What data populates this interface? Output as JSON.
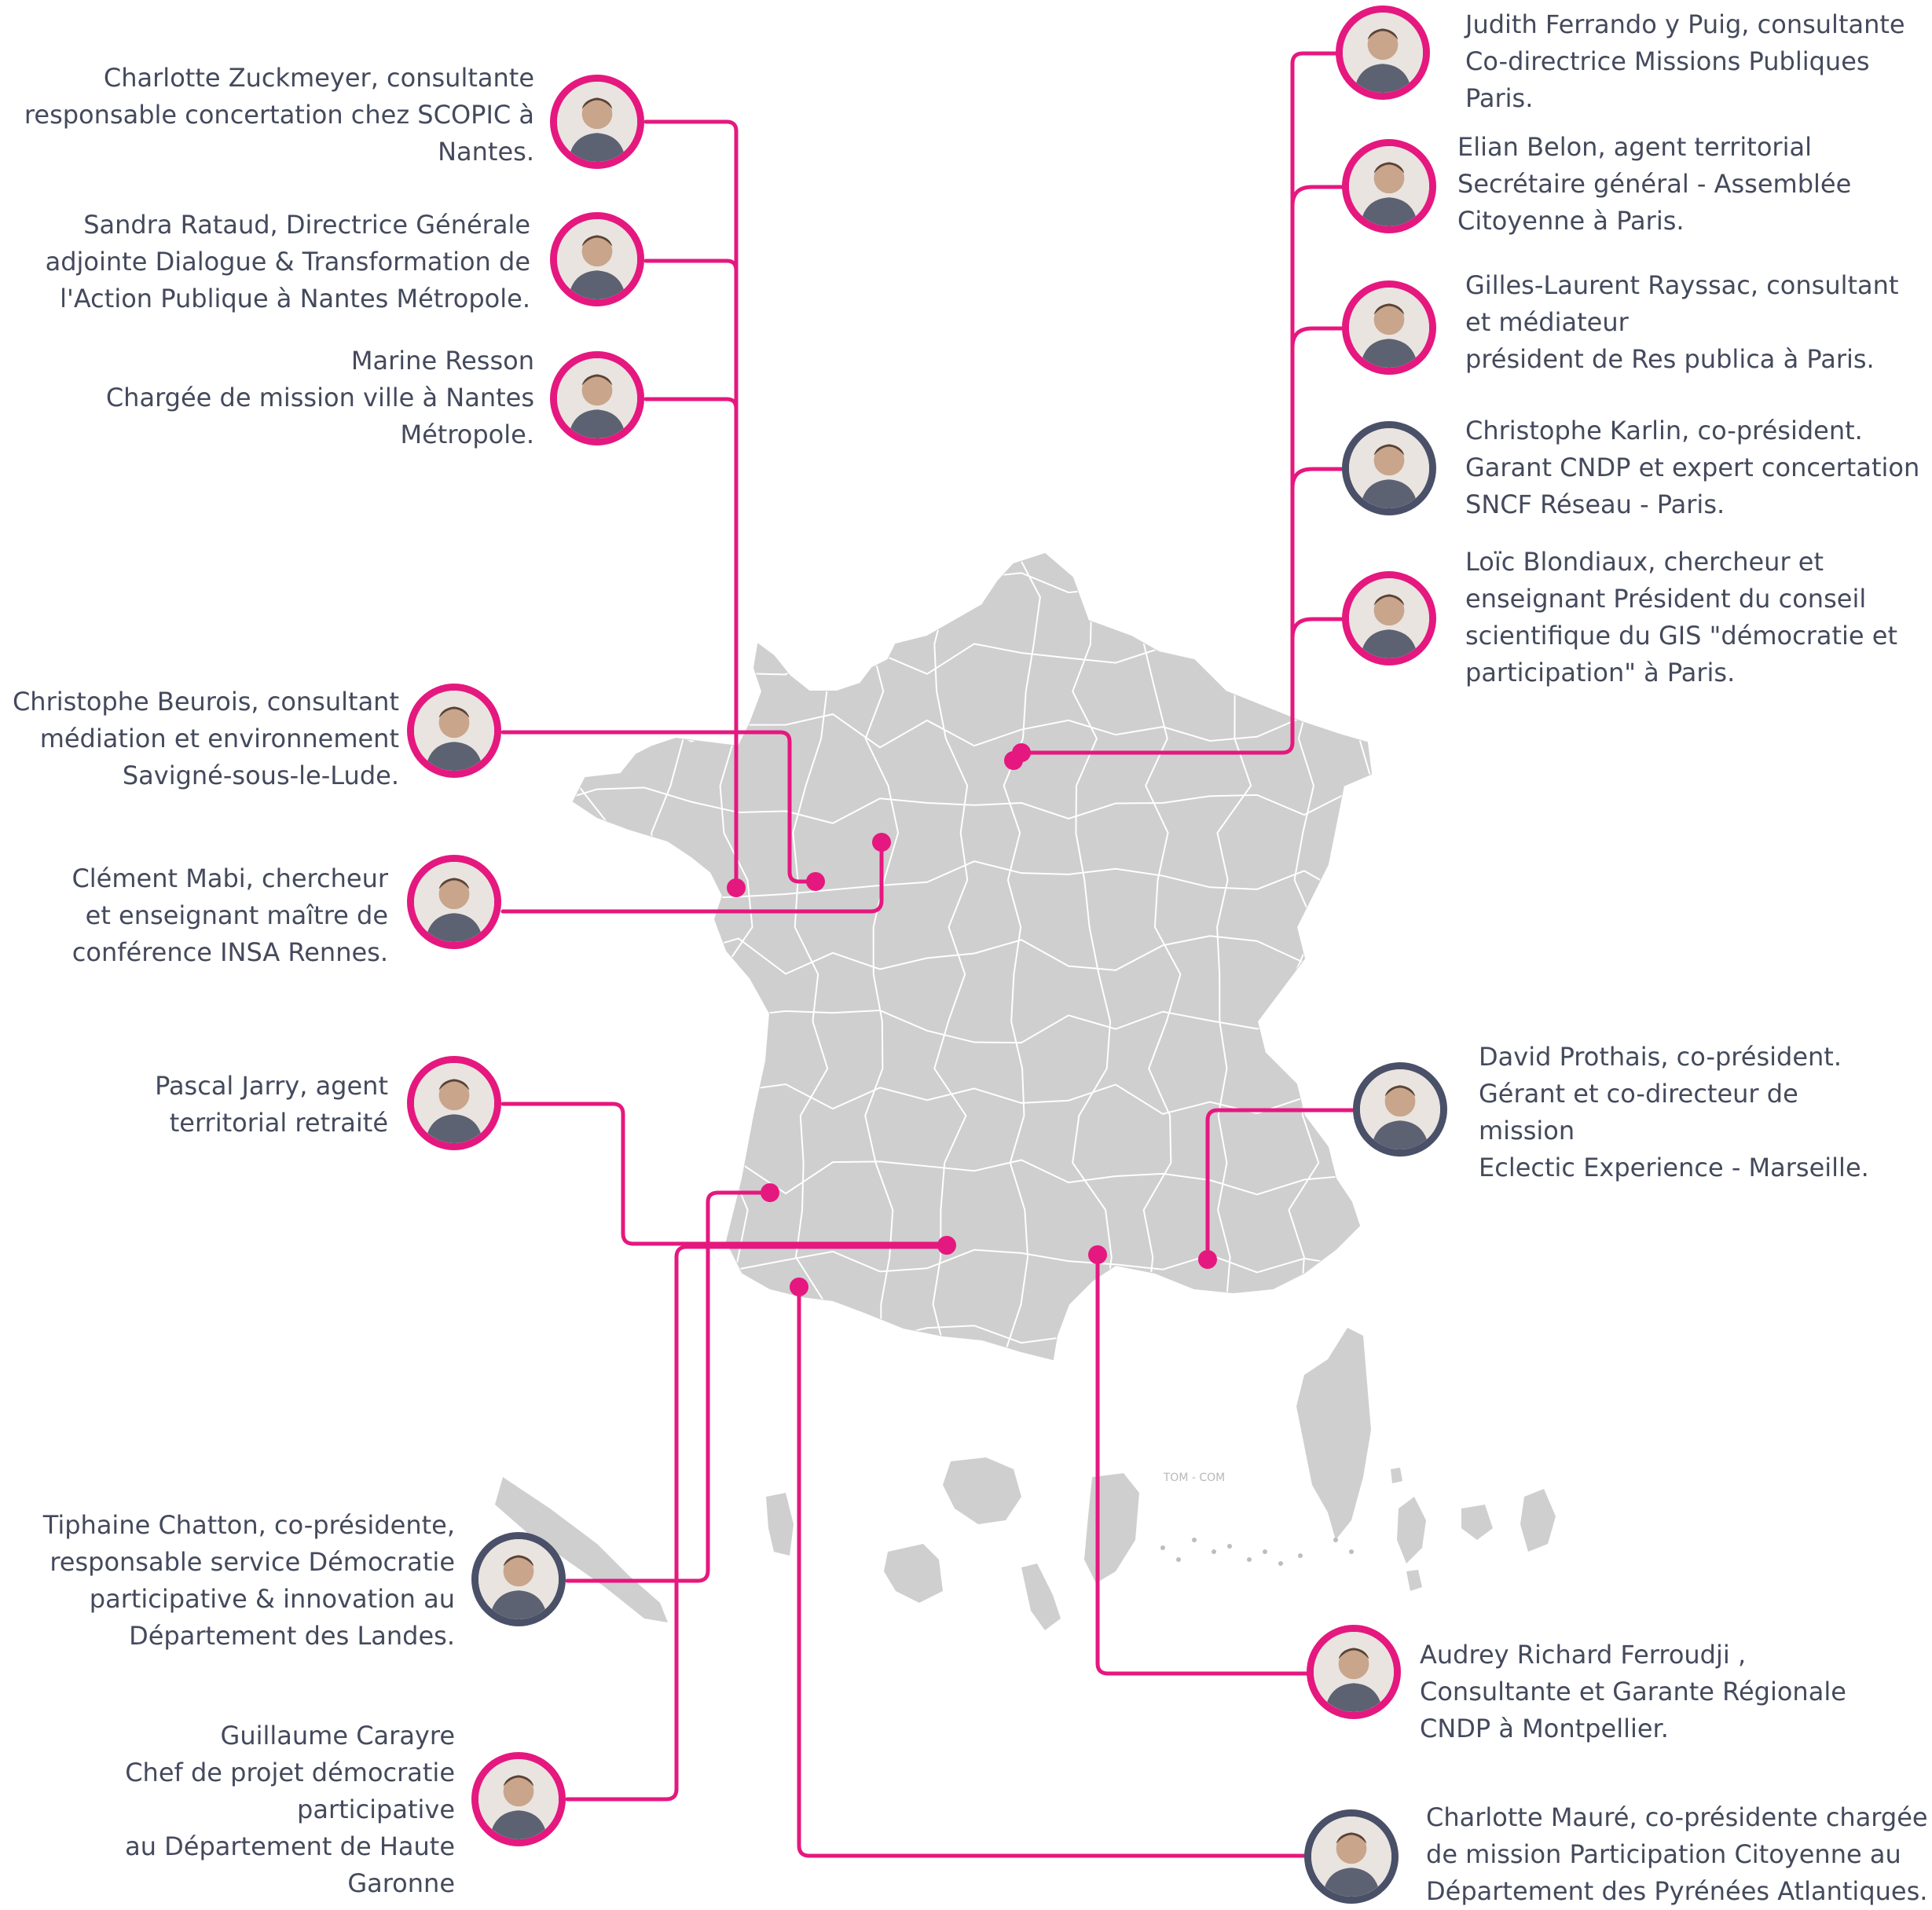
{
  "colors": {
    "accent": "#e5187f",
    "accent_alt": "#4a5068",
    "map_fill": "#cfcfcf",
    "map_border": "#ffffff",
    "text": "#444a5c"
  },
  "map_watermark": "TOM - COM",
  "people": [
    {
      "id": "zuckmeyer",
      "side": "left",
      "ring": "accent",
      "text": "Charlotte Zuckmeyer, consultante\nresponsable concertation chez SCOPIC à\nNantes."
    },
    {
      "id": "rataud",
      "side": "left",
      "ring": "accent",
      "text": "Sandra Rataud, Directrice Générale\nadjointe Dialogue & Transformation de\nl'Action Publique à Nantes Métropole."
    },
    {
      "id": "resson",
      "side": "left",
      "ring": "accent",
      "text": "Marine Resson\nChargée de mission ville à  Nantes\nMétropole."
    },
    {
      "id": "beurois",
      "side": "left",
      "ring": "accent",
      "text": "Christophe Beurois, consultant\nmédiation et environnement\nSavigné-sous-le-Lude."
    },
    {
      "id": "mabi",
      "side": "left",
      "ring": "accent",
      "text": "Clément Mabi, chercheur\net enseignant maître de\nconférence INSA Rennes."
    },
    {
      "id": "jarry",
      "side": "left",
      "ring": "accent",
      "text": "Pascal Jarry, agent\nterritorial retraité"
    },
    {
      "id": "chatton",
      "side": "left",
      "ring": "accent_alt",
      "text": "Tiphaine Chatton, co-présidente,\nresponsable service Démocratie\nparticipative & innovation au\nDépartement des Landes."
    },
    {
      "id": "carayre",
      "side": "left",
      "ring": "accent",
      "text": "Guillaume Carayre\nChef de projet démocratie\nparticipative\nau Département de Haute\nGaronne"
    },
    {
      "id": "ferrando",
      "side": "right",
      "ring": "accent",
      "text": "Judith Ferrando y Puig, consultante\nCo-directrice Missions Publiques\nParis."
    },
    {
      "id": "belon",
      "side": "right",
      "ring": "accent",
      "text": "Elian Belon, agent territorial\nSecrétaire général - Assemblée\nCitoyenne à Paris."
    },
    {
      "id": "rayssac",
      "side": "right",
      "ring": "accent",
      "text": "Gilles-Laurent Rayssac, consultant\net médiateur\nprésident de Res publica à Paris."
    },
    {
      "id": "karlin",
      "side": "right",
      "ring": "accent_alt",
      "text": "Christophe Karlin, co-président.\nGarant CNDP et expert concertation\nSNCF Réseau - Paris."
    },
    {
      "id": "blondiaux",
      "side": "right",
      "ring": "accent",
      "text": "Loïc Blondiaux, chercheur et\nenseignant Président du conseil\nscientifique du GIS \"démocratie et\nparticipation\" à Paris."
    },
    {
      "id": "prothais",
      "side": "right",
      "ring": "accent_alt",
      "text": "David Prothais, co-président.\nGérant et co-directeur de\nmission\nEclectic Experience - Marseille."
    },
    {
      "id": "ferroudji",
      "side": "right",
      "ring": "accent",
      "text": "Audrey Richard Ferroudji ,\nConsultante et Garante Régionale\nCNDP à Montpellier."
    },
    {
      "id": "maure",
      "side": "right",
      "ring": "accent_alt",
      "text": "Charlotte  Mauré,  co-présidente  chargée\nde mission Participation Citoyenne au\nDépartement des Pyrénées Atlantiques."
    }
  ]
}
